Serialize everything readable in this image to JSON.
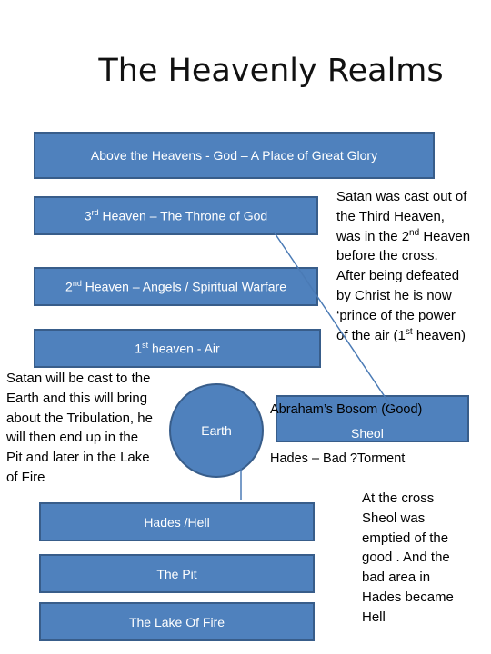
{
  "title": "The Heavenly Realms",
  "boxes": {
    "above": "Above the Heavens  - God – A Place of Great Glory",
    "third": {
      "pre": "3",
      "sup": "rd",
      "post": " Heaven – The Throne of God"
    },
    "second": {
      "pre": "2",
      "sup": "nd",
      "post": " Heaven – Angels / Spiritual Warfare"
    },
    "first": {
      "pre": "1",
      "sup": "st",
      "post": " heaven  - Air"
    },
    "hades": "Hades /Hell",
    "pit": "The Pit",
    "lake": "The Lake Of Fire"
  },
  "earth": "Earth",
  "sheol_box": {
    "abraham": "Abraham’s Bosom (Good)",
    "sheol": "Sheol",
    "hades_bad": "Hades – Bad ?Torment"
  },
  "notes": {
    "satan_cast": {
      "l1": "Satan was cast out of",
      "l2": "the Third Heaven,",
      "l3_pre": "was in the 2",
      "l3_sup": "nd",
      "l3_post": " Heaven",
      "l4": "before the cross.",
      "l5": "After being defeated",
      "l6": "by Christ he is now",
      "l7": "‘prince of the power",
      "l8_pre": "of the air (1",
      "l8_sup": "st",
      "l8_post": " heaven)"
    },
    "satan_will": [
      "Satan will be cast to the",
      "Earth and this will bring",
      "about the Tribulation, he",
      "will then end up in the",
      "Pit and later in the Lake",
      "of Fire"
    ],
    "at_cross": [
      "At the cross",
      "Sheol was",
      "emptied of the",
      "good . And  the",
      "bad area in",
      "Hades became",
      "Hell"
    ]
  },
  "colors": {
    "box_fill": "#4f81bd",
    "box_border": "#385d8a",
    "connector": "#4a7ab5"
  }
}
